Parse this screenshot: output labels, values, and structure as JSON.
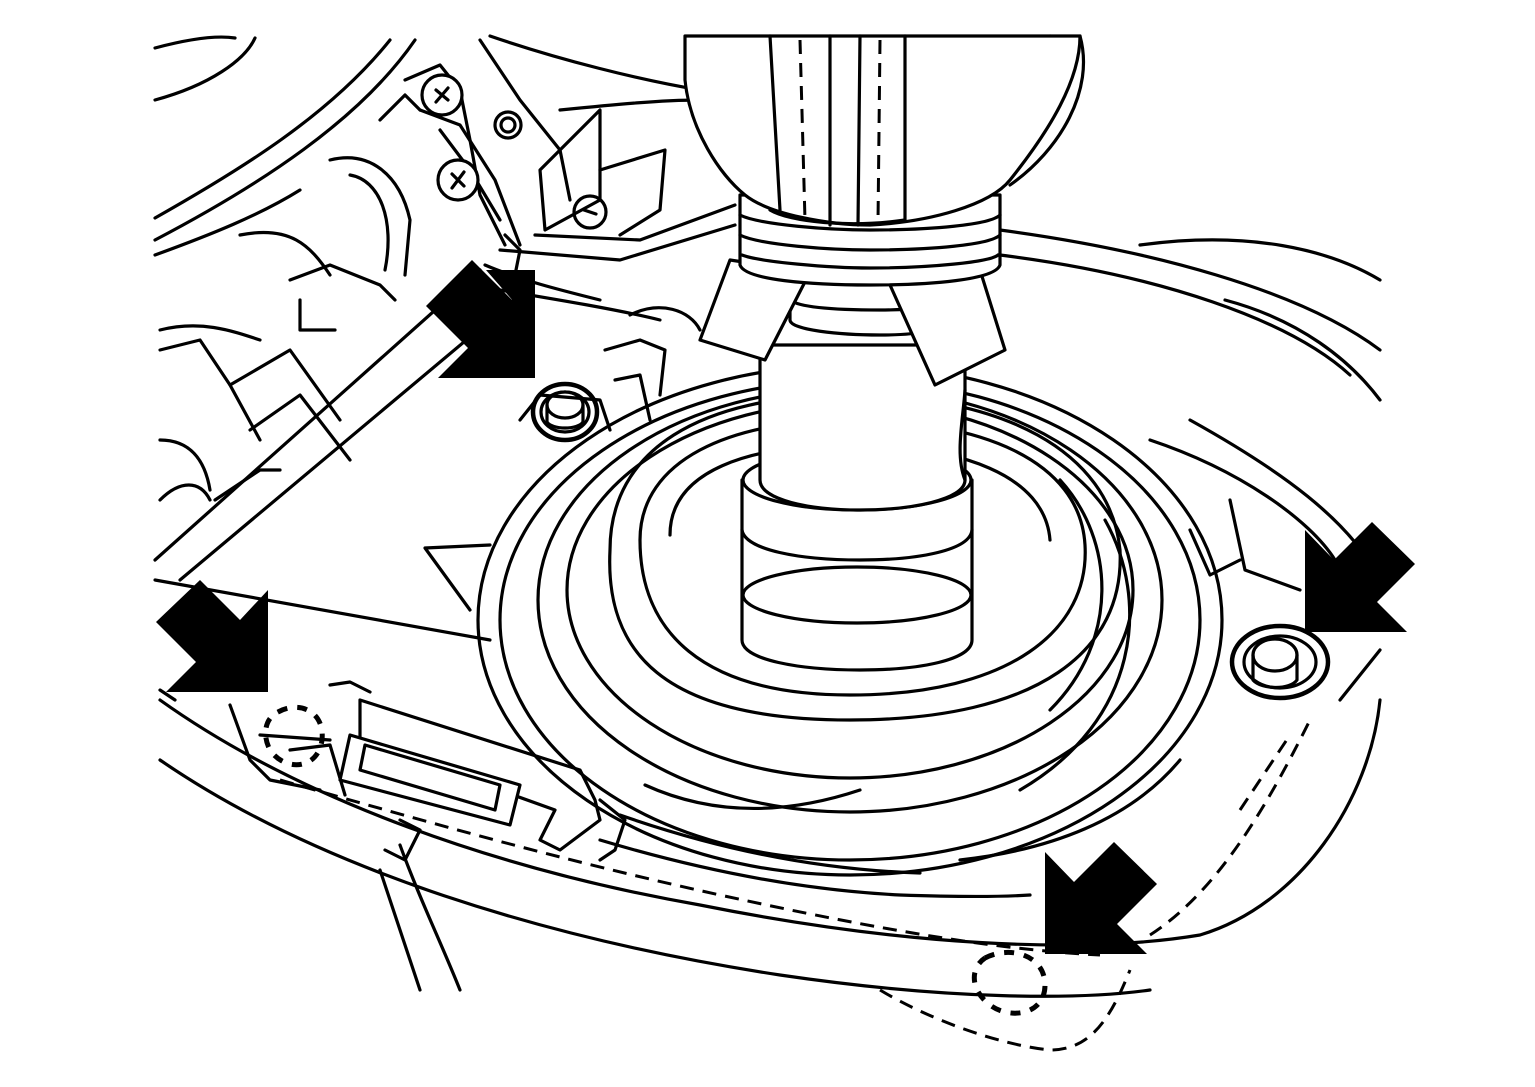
{
  "figure": {
    "line_color": "#000000",
    "background_color": "#ffffff",
    "callout_color": "#000000",
    "callout_arrows": [
      {
        "id": "arrow-top-left",
        "points_to": "upper-left-retainer-bolt"
      },
      {
        "id": "arrow-left",
        "points_to": "lower-left-clip"
      },
      {
        "id": "arrow-right",
        "points_to": "right-retainer-bolt"
      },
      {
        "id": "arrow-bottom-right",
        "points_to": "lower-right-clip"
      }
    ]
  }
}
